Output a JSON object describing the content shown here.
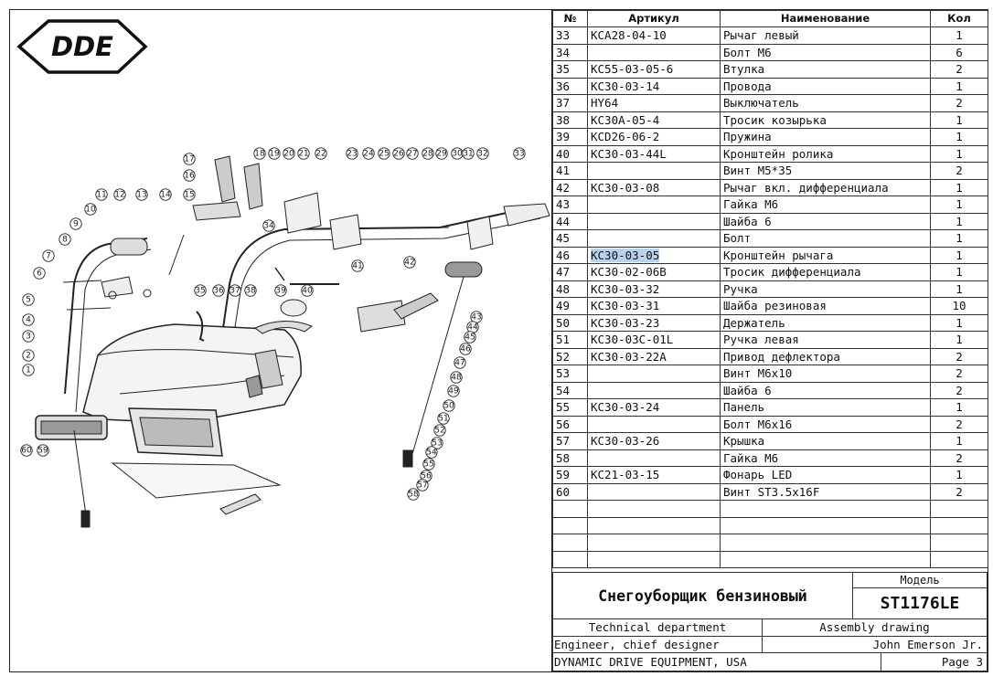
{
  "logo": {
    "text": "DDE"
  },
  "table": {
    "headers": {
      "no": "№",
      "article": "Артикул",
      "name": "Наименование",
      "qty": "Кол"
    },
    "rows": [
      {
        "no": "33",
        "article": "KCA28-04-10",
        "name": "Рычаг левый",
        "qty": "1"
      },
      {
        "no": "34",
        "article": "",
        "name": "Болт М6",
        "qty": "6"
      },
      {
        "no": "35",
        "article": "KC55-03-05-6",
        "name": "Втулка",
        "qty": "2"
      },
      {
        "no": "36",
        "article": "KC30-03-14",
        "name": "Провода",
        "qty": "1"
      },
      {
        "no": "37",
        "article": "HY64",
        "name": "Выключатель",
        "qty": "2"
      },
      {
        "no": "38",
        "article": "KC30A-05-4",
        "name": "Тросик козырька",
        "qty": "1"
      },
      {
        "no": "39",
        "article": "KCD26-06-2",
        "name": "Пружина",
        "qty": "1"
      },
      {
        "no": "40",
        "article": "KC30-03-44L",
        "name": "Кронштейн ролика",
        "qty": "1"
      },
      {
        "no": "41",
        "article": "",
        "name": "Винт М5*35",
        "qty": "2"
      },
      {
        "no": "42",
        "article": "KC30-03-08",
        "name": "Рычаг вкл. дифференциала",
        "qty": "1"
      },
      {
        "no": "43",
        "article": "",
        "name": "Гайка М6",
        "qty": "1"
      },
      {
        "no": "44",
        "article": "",
        "name": "Шайба 6",
        "qty": "1"
      },
      {
        "no": "45",
        "article": "",
        "name": "Болт",
        "qty": "1"
      },
      {
        "no": "46",
        "article": "KC30-03-05",
        "name": "Кронштейн рычага",
        "qty": "1",
        "highlight": true
      },
      {
        "no": "47",
        "article": "KC30-02-06B",
        "name": "Тросик дифференциала",
        "qty": "1"
      },
      {
        "no": "48",
        "article": "KC30-03-32",
        "name": "Ручка",
        "qty": "1"
      },
      {
        "no": "49",
        "article": "KC30-03-31",
        "name": "Шайба резиновая",
        "qty": "10"
      },
      {
        "no": "50",
        "article": "KC30-03-23",
        "name": "Держатель",
        "qty": "1"
      },
      {
        "no": "51",
        "article": "KC30-03C-01L",
        "name": "Ручка левая",
        "qty": "1"
      },
      {
        "no": "52",
        "article": "KC30-03-22A",
        "name": "Привод дефлектора",
        "qty": "2"
      },
      {
        "no": "53",
        "article": "",
        "name": "Винт М6x10",
        "qty": "2"
      },
      {
        "no": "54",
        "article": "",
        "name": "Шайба 6",
        "qty": "2"
      },
      {
        "no": "55",
        "article": "KC30-03-24",
        "name": "Панель",
        "qty": "1"
      },
      {
        "no": "56",
        "article": "",
        "name": "Болт М6x16",
        "qty": "2"
      },
      {
        "no": "57",
        "article": "KC30-03-26",
        "name": "Крышка",
        "qty": "1"
      },
      {
        "no": "58",
        "article": "",
        "name": "Гайка М6",
        "qty": "2"
      },
      {
        "no": "59",
        "article": "KC21-03-15",
        "name": "Фонарь LED",
        "qty": "1"
      },
      {
        "no": "60",
        "article": "",
        "name": "Винт ST3.5x16F",
        "qty": "2"
      },
      {
        "no": "",
        "article": "",
        "name": "",
        "qty": ""
      },
      {
        "no": "",
        "article": "",
        "name": "",
        "qty": ""
      },
      {
        "no": "",
        "article": "",
        "name": "",
        "qty": ""
      },
      {
        "no": "",
        "article": "",
        "name": "",
        "qty": ""
      }
    ]
  },
  "title_block": {
    "title": "Снегоуборщик бензиновый",
    "model_label": "Модель",
    "model": "ST1176LE",
    "department": "Technical department",
    "drawing_type": "Assembly drawing",
    "role": "Engineer, chief designer",
    "designer": "John Emerson Jr.",
    "company": "DYNAMIC DRIVE EQUIPMENT, USA",
    "page": "Page 3"
  },
  "callouts": [
    "1",
    "2",
    "3",
    "4",
    "5",
    "6",
    "7",
    "8",
    "9",
    "10",
    "11",
    "12",
    "13",
    "14",
    "15",
    "16",
    "17",
    "18",
    "19",
    "20",
    "21",
    "22",
    "23",
    "24",
    "25",
    "26",
    "27",
    "28",
    "29",
    "30",
    "31",
    "32",
    "33",
    "34",
    "35",
    "36",
    "37",
    "38",
    "39",
    "40",
    "41",
    "42",
    "43",
    "44",
    "45",
    "46",
    "47",
    "48",
    "49",
    "50",
    "51",
    "52",
    "53",
    "54",
    "55",
    "56",
    "57",
    "58",
    "59",
    "60"
  ]
}
